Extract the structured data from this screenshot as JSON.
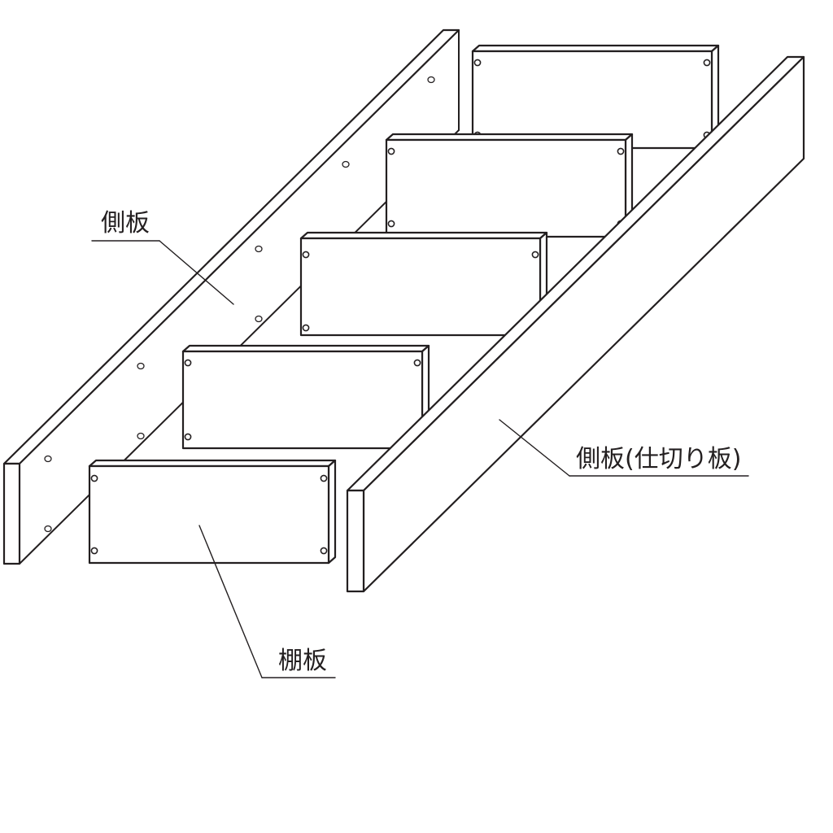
{
  "labels": {
    "side_panel": "側板",
    "side_panel_partition": "側板(仕切り板)",
    "shelf_board": "棚板"
  }
}
